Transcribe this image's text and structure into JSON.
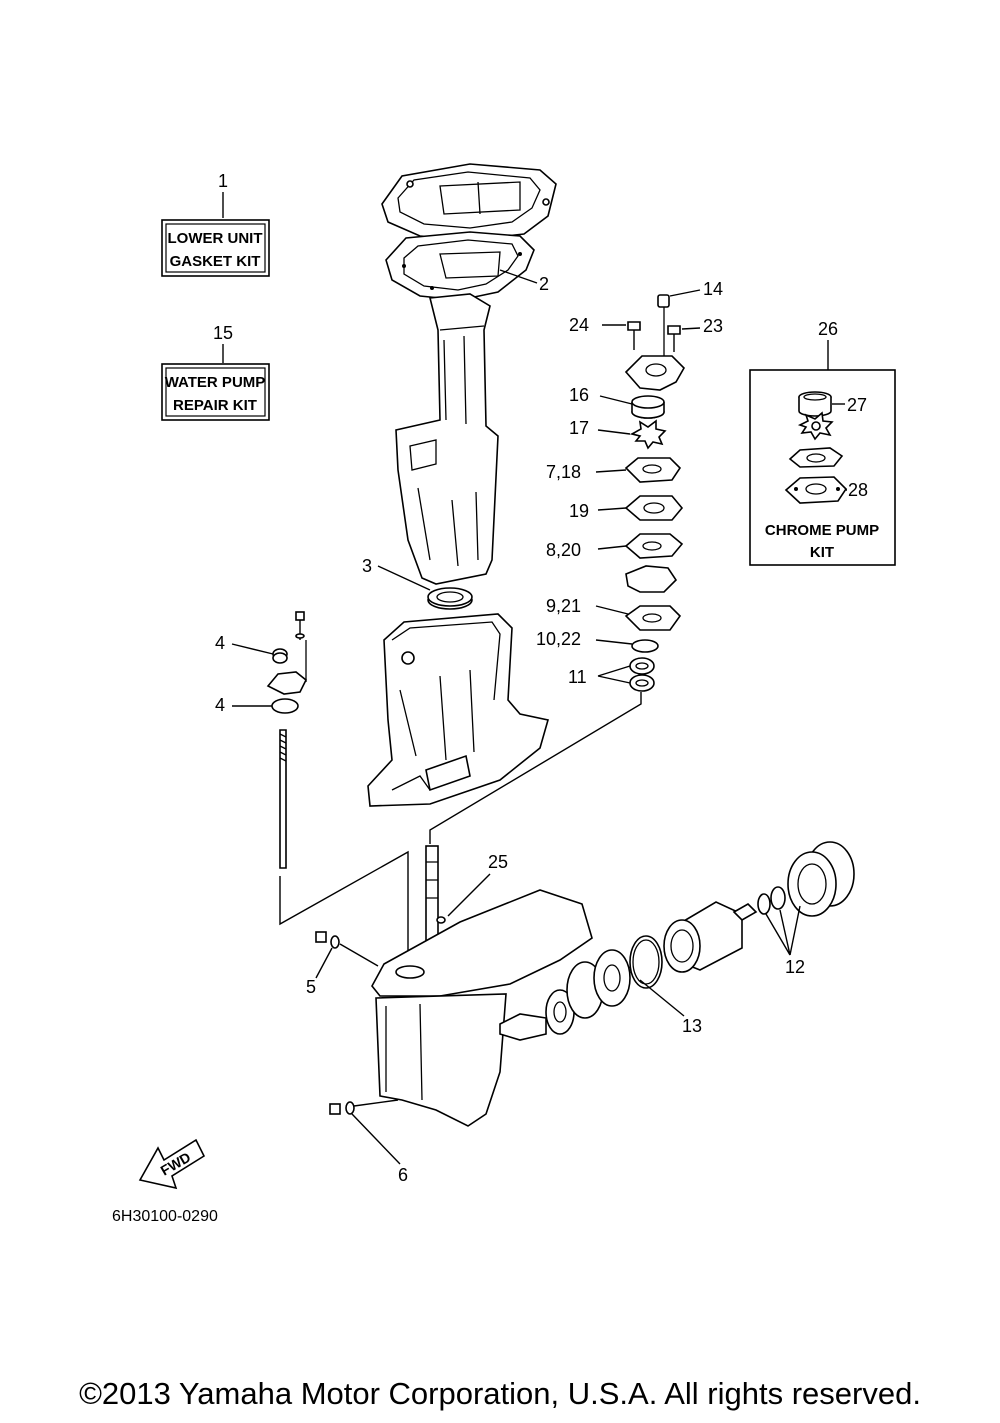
{
  "kits": [
    {
      "callout": "1",
      "lines": [
        "LOWER UNIT",
        "GASKET KIT"
      ]
    },
    {
      "callout": "15",
      "lines": [
        "WATER PUMP",
        "REPAIR KIT"
      ]
    },
    {
      "callout": "26",
      "lines": [
        "CHROME PUMP",
        "KIT"
      ]
    }
  ],
  "callouts": [
    "2",
    "3",
    "4",
    "4",
    "5",
    "6",
    "7,18",
    "8,20",
    "9,21",
    "10,22",
    "11",
    "12",
    "13",
    "14",
    "16",
    "17",
    "19",
    "23",
    "24",
    "25",
    "27",
    "28"
  ],
  "fwd_label": "FWD",
  "diagram_code": "6H30100-0290",
  "copyright": "©2013 Yamaha Motor Corporation, U.S.A. All rights reserved."
}
